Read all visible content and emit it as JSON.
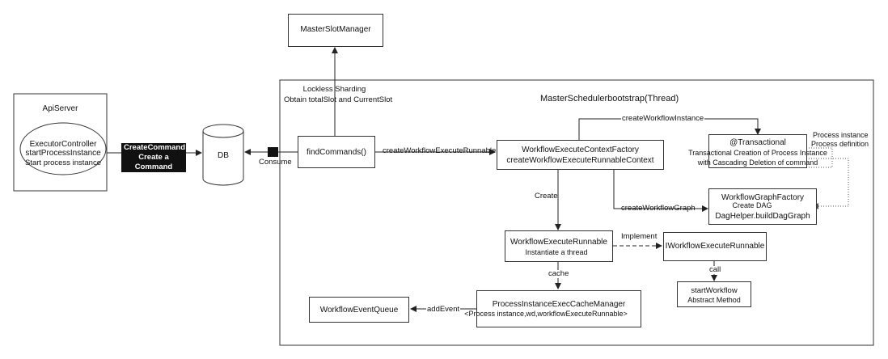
{
  "nodes": {
    "master_slot_manager": "MasterSlotManager",
    "lockless_sharding": "Lockless Sharding",
    "obtain_slot": "Obtain totalSlot and CurrentSlot",
    "api_server": "ApiServer",
    "executor_controller": "ExecutorController",
    "start_process_instance": "startProcessInstance",
    "start_process_instance_desc": "Start process instance",
    "create_command": "CreateCommand",
    "create_a_command": "Create a Command",
    "db": "DB",
    "consume": "Consume",
    "scheduler_title": "MasterSchedulerbootstrap(Thread)",
    "find_commands": "findCommands()",
    "context_factory": "WorkflowExecuteContextFactory",
    "create_runnable_context": "createWorkflowExecuteRunnableContext",
    "transactional": "@Transactional",
    "transactional_desc_1": "Transactional Creation of Process Instance",
    "transactional_desc_2": "with Cascading Deletion of command",
    "process_instance": "Process instance",
    "process_definition": "Process definition",
    "graph_factory": "WorkflowGraphFactory",
    "create_dag": "Create DAG",
    "dag_helper": "DagHelper.buildDagGraph",
    "execute_runnable": "WorkflowExecuteRunnable",
    "instantiate_thread": "Instantiate a thread",
    "iworkflow_runnable": "IWorkflowExecuteRunnable",
    "start_workflow": "startWorkflow",
    "abstract_method": "Abstract Method",
    "cache_manager": "ProcessInstanceExecCacheManager",
    "cache_manager_desc": "<Process instance,wd,workflowExecuteRunnable>",
    "event_queue": "WorkflowEventQueue"
  },
  "edges": {
    "create_workflow_execute_runnable": "createWorkflowExecuteRunnable",
    "create_workflow_instance": "createWorkflowInstance",
    "create_workflow_graph": "createWorkflowGraph",
    "create": "Create",
    "implement": "Implement",
    "call": "call",
    "cache": "cache",
    "add_event": "addEvent"
  }
}
